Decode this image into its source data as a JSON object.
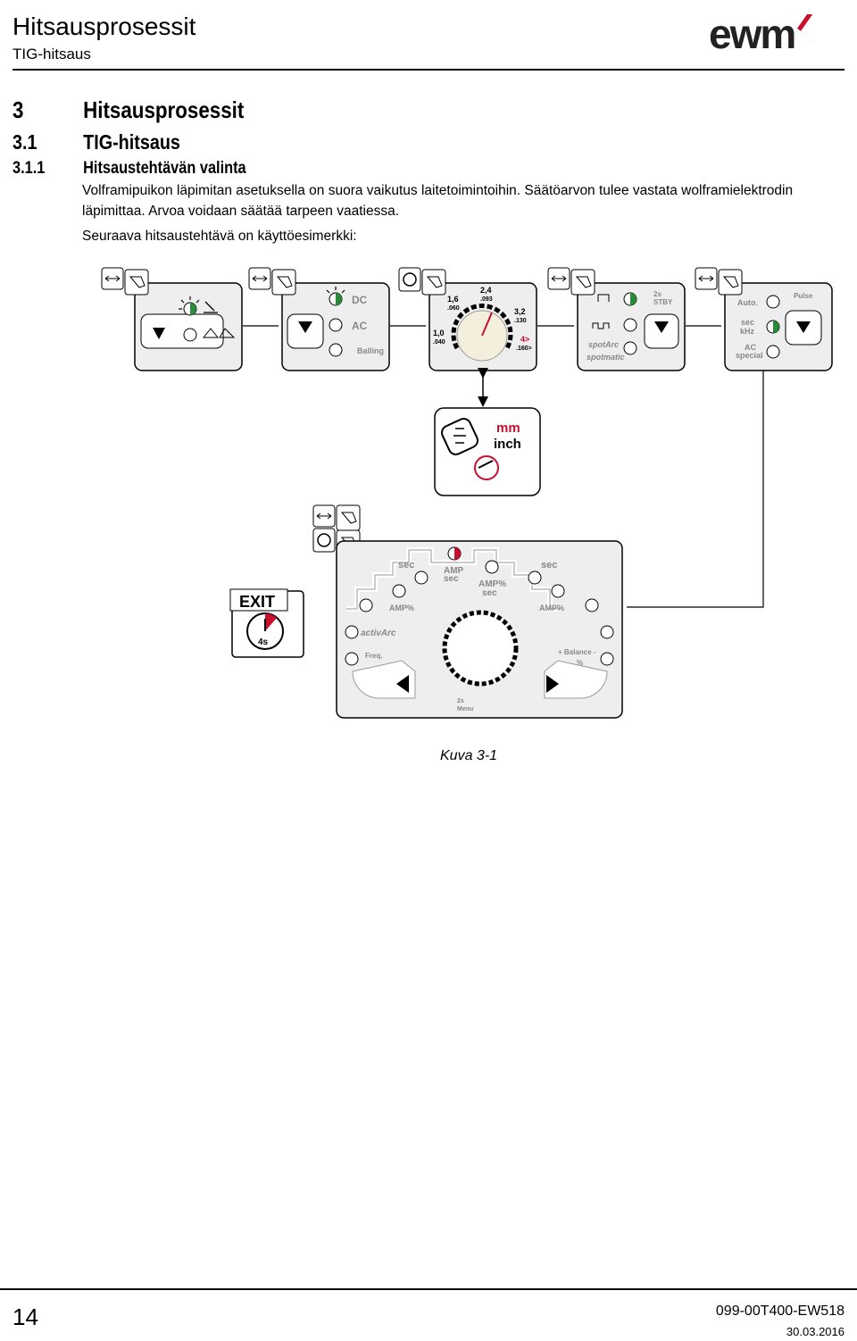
{
  "header": {
    "title": "Hitsausprosessit",
    "subtitle": "TIG-hitsaus",
    "logo_text": "ewm"
  },
  "section": {
    "h1_num": "3",
    "h1_title": "Hitsausprosessit",
    "h2_num": "3.1",
    "h2_title": "TIG-hitsaus",
    "h3_num": "3.1.1",
    "h3_title": "Hitsaustehtävän valinta"
  },
  "body": {
    "paragraph1": "Volframipuikon läpimitan asetuksella on suora vaikutus laitetoimintoihin. Säätöarvon tulee vastata wolframielektrodin läpimittaa. Arvoa voidaan säätää tarpeen vaatiessa.",
    "paragraph2": "Seuraava hitsaustehtävä on käyttöesimerkki:"
  },
  "figure": {
    "panel2": {
      "dc": "DC",
      "ac": "AC",
      "balling": "Balling"
    },
    "dial": {
      "v16": "1,6",
      "v060": ".060",
      "v24": "2,4",
      "v093": ".093",
      "v32": "3,2",
      "v130": ".130",
      "v10": "1,0",
      "v040": ".040",
      "v4": "4>",
      "v160": ".160>"
    },
    "panel4": {
      "stby_time": "2s",
      "stby": "STBY",
      "spotarc": "spotArc",
      "spotmatic": "spotmatic"
    },
    "panel5": {
      "auto": "Auto.",
      "pulse": "Pulse",
      "sec": "sec",
      "khz": "kHz",
      "ac": "AC",
      "special": "special"
    },
    "unit": {
      "mm": "mm",
      "inch": "inch"
    },
    "exit": {
      "label": "EXIT",
      "time": "4s"
    },
    "main": {
      "sec_left": "sec",
      "sec_right": "sec",
      "amp": "AMP",
      "sec_mid": "sec",
      "amp_pct_left": "AMP%",
      "amp_pct_mid": "AMP%",
      "sec_mid2": "sec",
      "amp_pct_right": "AMP%",
      "activarc": "activArc",
      "freq": "Freq.",
      "balance": "+ Balance -",
      "pct": "%",
      "menu_time": "2s",
      "menu": "Menu"
    }
  },
  "caption": "Kuva 3-1",
  "footer": {
    "page": "14",
    "doc_id": "099-00T400-EW518",
    "date": "30.03.2016"
  }
}
